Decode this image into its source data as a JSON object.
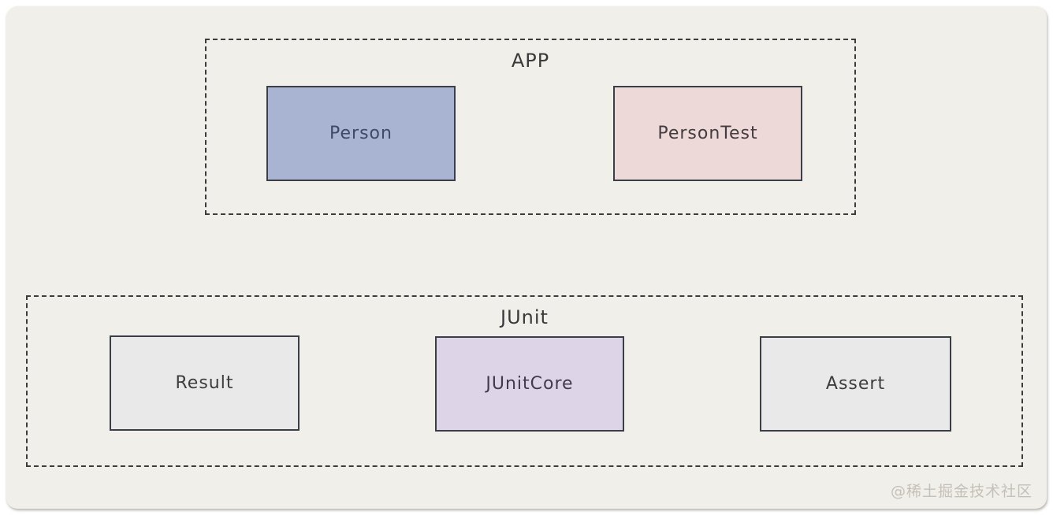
{
  "diagram": {
    "groups": [
      {
        "id": "app",
        "label": "APP",
        "nodes": [
          {
            "id": "person",
            "label": "Person",
            "fill": "#a8b4d2"
          },
          {
            "id": "persontest",
            "label": "PersonTest",
            "fill": "#eed9d9"
          }
        ]
      },
      {
        "id": "junit",
        "label": "JUnit",
        "nodes": [
          {
            "id": "result",
            "label": "Result",
            "fill": "#e9e9ea"
          },
          {
            "id": "junitcore",
            "label": "JUnitCore",
            "fill": "#ddd5e7"
          },
          {
            "id": "assert",
            "label": "Assert",
            "fill": "#e9e9ea"
          }
        ]
      }
    ]
  },
  "watermark": "@稀土掘金技术社区",
  "colors": {
    "page_bg": "#ffffff",
    "canvas_bg": "#f1efe9",
    "dashed_border": "#3c3c3c",
    "node_border": "#3a3f47",
    "person_text": "#3d4a68",
    "node_text": "#3d3d3d",
    "group_label_text": "#3a3a3a",
    "watermark_text": "#c5c0b8"
  }
}
